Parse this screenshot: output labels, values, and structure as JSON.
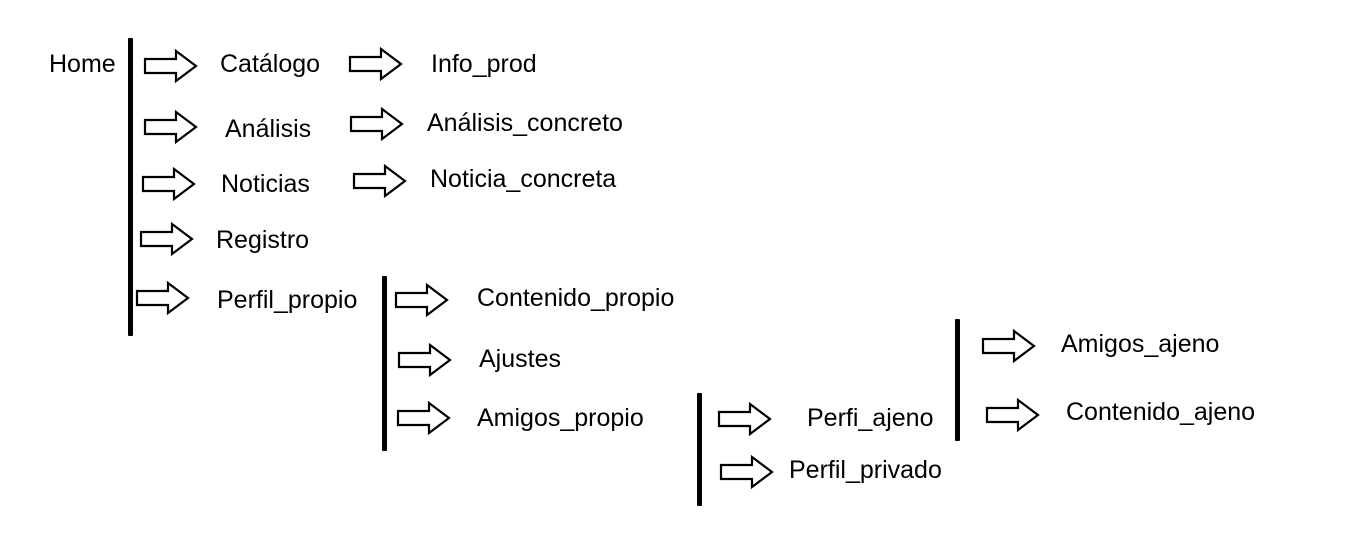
{
  "nodes": {
    "home": "Home",
    "catalogo": "Catálogo",
    "info_prod": "Info_prod",
    "analisis": "Análisis",
    "analisis_concreto": "Análisis_concreto",
    "noticias": "Noticias",
    "noticia_concreta": "Noticia_concreta",
    "registro": "Registro",
    "perfil_propio": "Perfil_propio",
    "contenido_propio": "Contenido_propio",
    "ajustes": "Ajustes",
    "amigos_propio": "Amigos_propio",
    "perfi_ajeno": "Perfi_ajeno",
    "perfil_privado": "Perfil_privado",
    "amigos_ajeno": "Amigos_ajeno",
    "contenido_ajeno": "Contenido_ajeno"
  },
  "links": [
    {
      "from": "home",
      "to": "catalogo"
    },
    {
      "from": "home",
      "to": "analisis"
    },
    {
      "from": "home",
      "to": "noticias"
    },
    {
      "from": "home",
      "to": "registro"
    },
    {
      "from": "home",
      "to": "perfil_propio"
    },
    {
      "from": "catalogo",
      "to": "info_prod"
    },
    {
      "from": "analisis",
      "to": "analisis_concreto"
    },
    {
      "from": "noticias",
      "to": "noticia_concreta"
    },
    {
      "from": "perfil_propio",
      "to": "contenido_propio"
    },
    {
      "from": "perfil_propio",
      "to": "ajustes"
    },
    {
      "from": "perfil_propio",
      "to": "amigos_propio"
    },
    {
      "from": "amigos_propio",
      "to": "perfi_ajeno"
    },
    {
      "from": "amigos_propio",
      "to": "perfil_privado"
    },
    {
      "from": "perfi_ajeno",
      "to": "amigos_ajeno"
    },
    {
      "from": "perfi_ajeno",
      "to": "contenido_ajeno"
    }
  ]
}
